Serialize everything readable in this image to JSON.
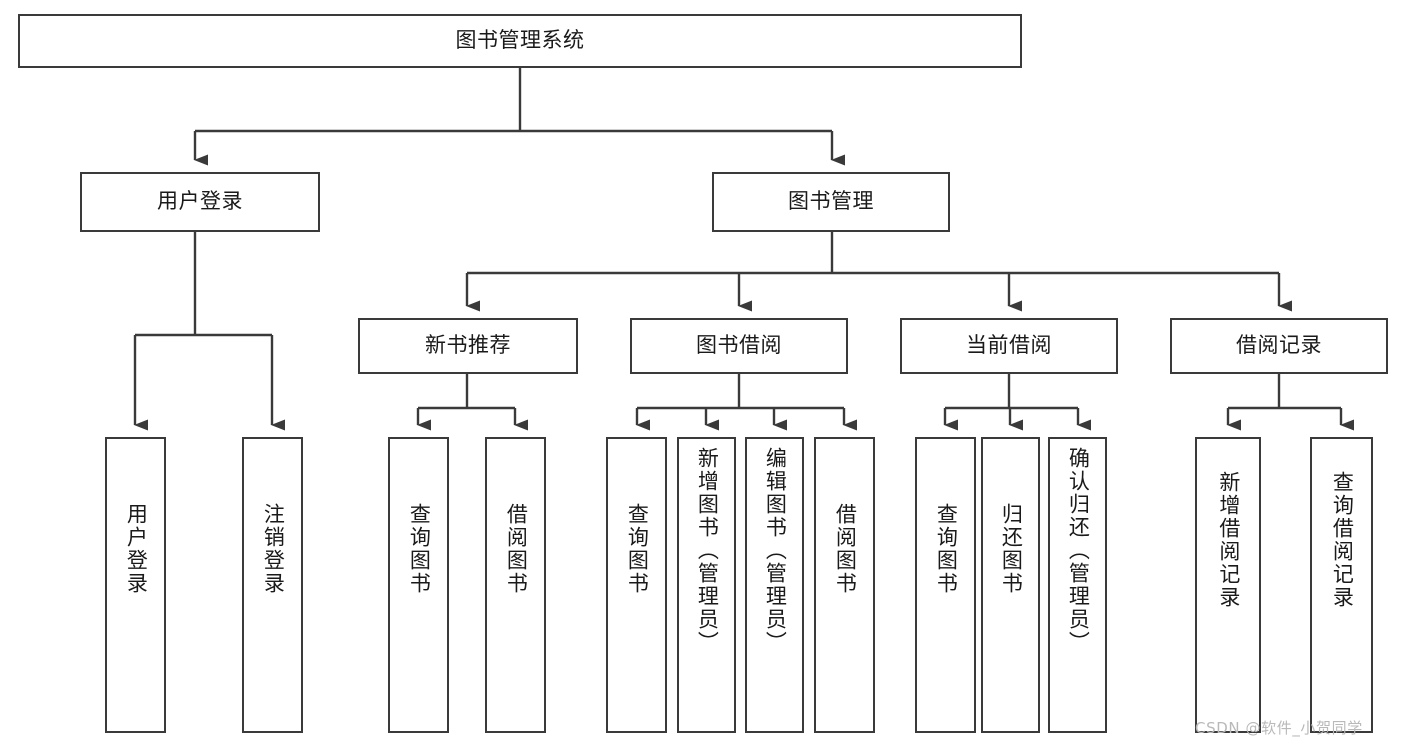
{
  "diagram": {
    "type": "tree",
    "title": "图书管理系统",
    "root": {
      "id": "root",
      "label": "图书管理系统"
    },
    "level2": [
      {
        "id": "user-login",
        "label": "用户登录"
      },
      {
        "id": "book-management",
        "label": "图书管理"
      }
    ],
    "level3": [
      {
        "id": "new-book-recommend",
        "label": "新书推荐",
        "parent": "book-management"
      },
      {
        "id": "book-borrow",
        "label": "图书借阅",
        "parent": "book-management"
      },
      {
        "id": "current-borrow",
        "label": "当前借阅",
        "parent": "book-management"
      },
      {
        "id": "borrow-record",
        "label": "借阅记录",
        "parent": "book-management"
      }
    ],
    "leaves": [
      {
        "id": "leaf-user-login",
        "label": "用户登录",
        "parent": "user-login"
      },
      {
        "id": "leaf-logout",
        "label": "注销登录",
        "parent": "user-login"
      },
      {
        "id": "leaf-query-book-1",
        "label": "查询图书",
        "parent": "new-book-recommend"
      },
      {
        "id": "leaf-borrow-book-1",
        "label": "借阅图书",
        "parent": "new-book-recommend"
      },
      {
        "id": "leaf-query-book-2",
        "label": "查询图书",
        "parent": "book-borrow"
      },
      {
        "id": "leaf-add-book",
        "label": "新增图书（管理员）",
        "parent": "book-borrow"
      },
      {
        "id": "leaf-edit-book",
        "label": "编辑图书（管理员）",
        "parent": "book-borrow"
      },
      {
        "id": "leaf-borrow-book-2",
        "label": "借阅图书",
        "parent": "book-borrow"
      },
      {
        "id": "leaf-query-book-3",
        "label": "查询图书",
        "parent": "current-borrow"
      },
      {
        "id": "leaf-return-book",
        "label": "归还图书",
        "parent": "current-borrow"
      },
      {
        "id": "leaf-confirm-return",
        "label": "确认归还（管理员）",
        "parent": "current-borrow"
      },
      {
        "id": "leaf-add-record",
        "label": "新增借阅记录",
        "parent": "borrow-record"
      },
      {
        "id": "leaf-query-record",
        "label": "查询借阅记录",
        "parent": "borrow-record"
      }
    ]
  },
  "watermark": {
    "text": "CSDN @软件_小贺同学"
  },
  "colors": {
    "stroke": "#3a3a3a",
    "fill": "#ffffff",
    "text": "#1a1a1a",
    "watermark": "#b9b9b9"
  }
}
